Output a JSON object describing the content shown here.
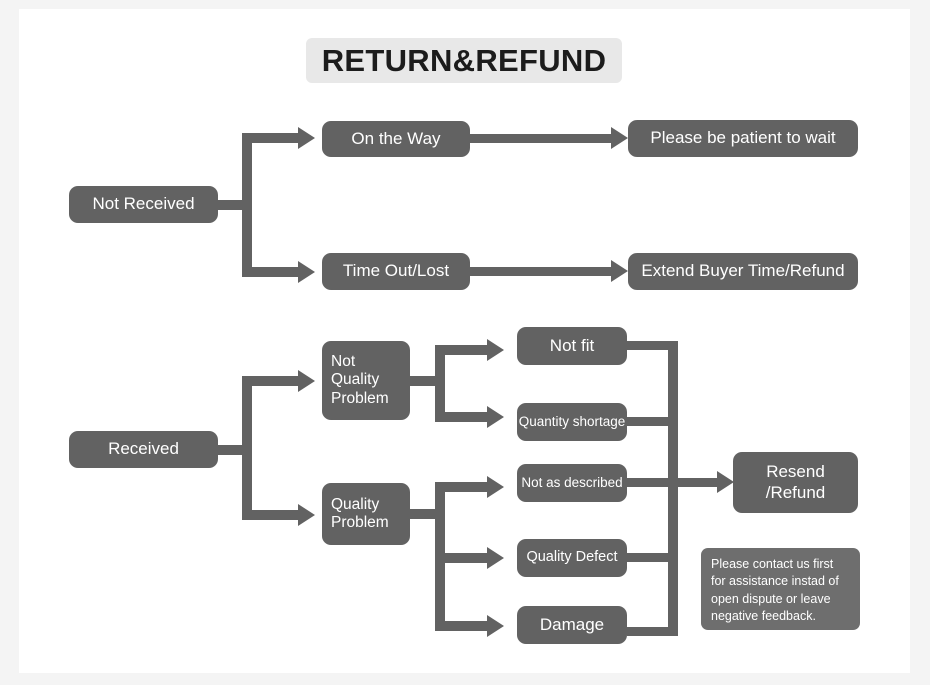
{
  "page": {
    "background": "#f4f4f4",
    "canvas_background": "#ffffff",
    "node_color": "#626262",
    "callout_color": "#6e6e6e",
    "title_chip_color": "#e8e8e8",
    "text_color": "#ffffff",
    "title_text_color": "#1c1c1c"
  },
  "title": {
    "text": "RETURN&REFUND"
  },
  "flow": {
    "branch_not_received": {
      "root_label": "Not Received",
      "children": [
        {
          "label": "On the Way",
          "outcome": "Please be patient to wait"
        },
        {
          "label": "Time Out/Lost",
          "outcome": "Extend Buyer Time/Refund"
        }
      ]
    },
    "branch_received": {
      "root_label": "Received",
      "categories": [
        {
          "label": "Not\nQuality\nProblem",
          "reasons": [
            "Not fit",
            "Quantity shortage"
          ]
        },
        {
          "label": "Quality\nProblem",
          "reasons": [
            "Not as described",
            "Quality Defect",
            "Damage"
          ]
        }
      ],
      "resolution": "Resend\n/Refund"
    }
  },
  "callout": {
    "text": "Please contact us first for assistance instad of open dispute or leave negative feedback."
  }
}
